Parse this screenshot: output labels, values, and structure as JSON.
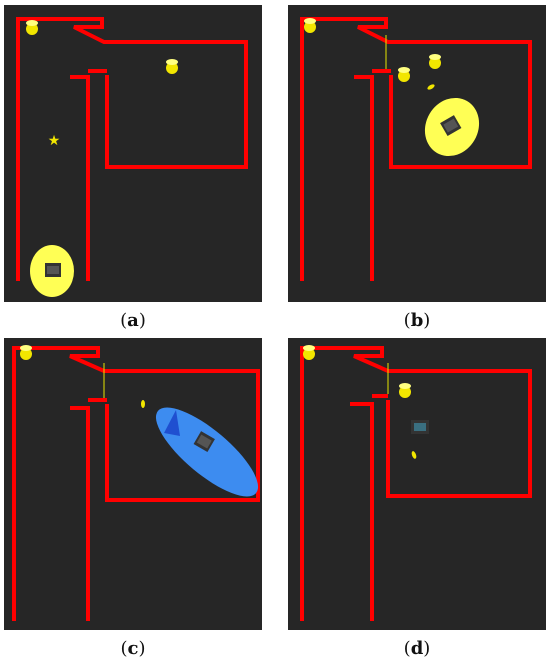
{
  "colors": {
    "floor": "#262626",
    "wall": "#ff0000",
    "beacon": "#f2e600",
    "uncertainty_yellow": "#ffff55",
    "uncertainty_blue": "#3d8cf0",
    "robot": "#333333"
  },
  "panels": [
    {
      "id": "a",
      "label": "a"
    },
    {
      "id": "b",
      "label": "b"
    },
    {
      "id": "c",
      "label": "c"
    },
    {
      "id": "d",
      "label": "d"
    }
  ]
}
